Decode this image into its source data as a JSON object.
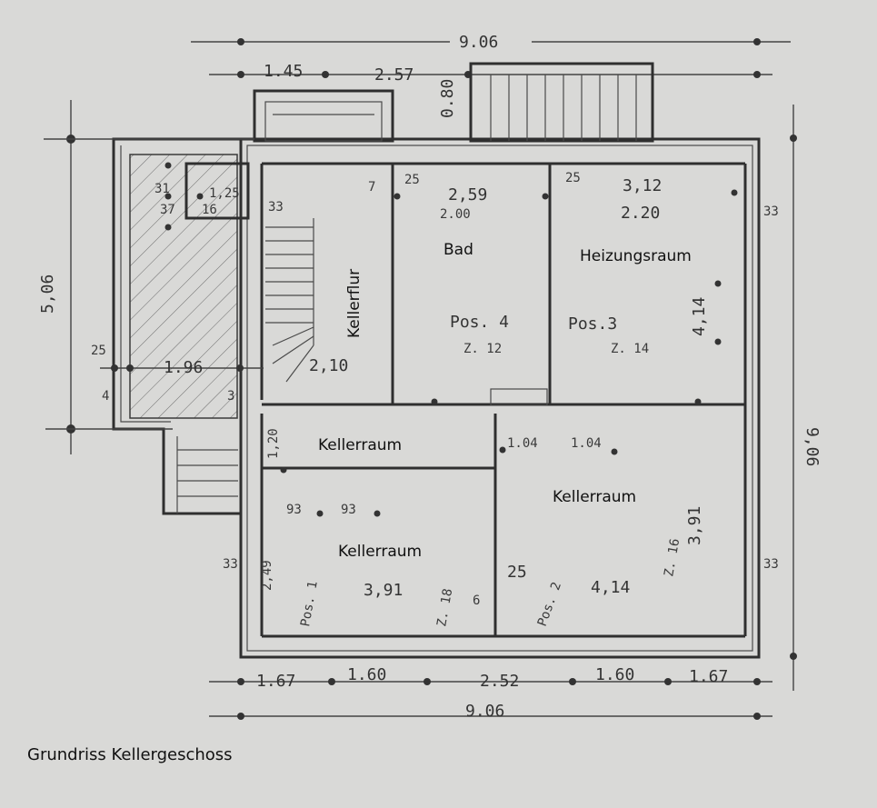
{
  "caption": "Grundriss Kellergeschoss",
  "rooms": {
    "bad": "Bad",
    "heizung": "Heizungsraum",
    "kellerflur": "Kellerflur",
    "keller1": "Kellerraum",
    "keller2": "Kellerraum",
    "keller3": "Kellerraum"
  },
  "dimensions": {
    "top_total": "9.06",
    "bottom_total": "9.06",
    "right_total": "9,06",
    "left_side": "5,06",
    "top_seg1": "1.45",
    "top_seg2": "2.57",
    "stair_080": "0.80",
    "bad_width": "2,59",
    "bad_inner": "2.00",
    "heiz_width": "3,12",
    "heiz_inner": "2.20",
    "flur_width": "2,10",
    "left_196": "1.96",
    "room_391": "3,91",
    "room_414": "4,14",
    "right_391": "3,91",
    "heiz_414": "4,14",
    "b_167a": "1.67",
    "b_160a": "1.60",
    "b_252": "2.52",
    "b_160b": "1.60",
    "b_167b": "1.67",
    "n_104a": "1.04",
    "n_104b": "1.04",
    "n_093a": "93",
    "n_093b": "93",
    "n_249": "2,49",
    "n_120": "1,20",
    "n_25a": "25",
    "n_25b": "25",
    "n_25c": "25",
    "n_25d": "25",
    "n_33a": "33",
    "n_33b": "33",
    "n_33c": "33",
    "n_33d": "33",
    "n_7": "7",
    "n_3": "3",
    "n_6": "6",
    "n_4": "4",
    "n_125": "1,25",
    "n_31": "31",
    "n_37": "37",
    "n_16": "16"
  },
  "positions": {
    "pos4": "Pos. 4",
    "z12": "Z. 12",
    "pos3": "Pos.3",
    "z14": "Z. 14",
    "pos2": "Pos. 2",
    "z16": "Z. 16",
    "pos1": "Pos. 1",
    "z18": "Z. 18"
  }
}
